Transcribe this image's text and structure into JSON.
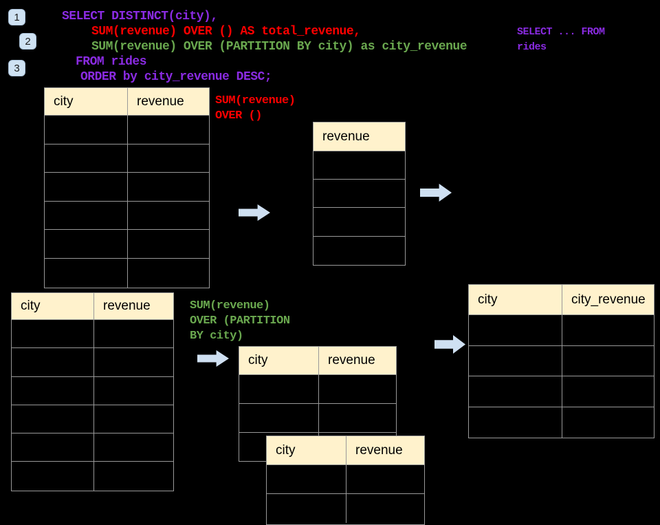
{
  "step_badges": [
    {
      "label": "1"
    },
    {
      "label": "2"
    },
    {
      "label": "3"
    }
  ],
  "sql_code": {
    "lines": [
      {
        "text": "SELECT DISTINCT(city),",
        "color": "#8A2BE2"
      },
      {
        "text": "SUM(revenue) OVER () AS total_revenue,",
        "color": "#FF0000"
      },
      {
        "text": "SUM(revenue) OVER (PARTITION BY city) as city_revenue",
        "color": "#6AA84F"
      },
      {
        "text": "FROM rides",
        "color": "#8A2BE2"
      },
      {
        "text": "ORDER by city_revenue DESC;",
        "color": "#8A2BE2"
      }
    ]
  },
  "side_note": {
    "line1": "SELECT ... FROM",
    "line2": "rides",
    "color": "#8A2BE2"
  },
  "annotations": {
    "total_revenue_label": {
      "line1": "SUM(revenue)",
      "line2": "OVER ()",
      "color": "#FF0000"
    },
    "partition_label": {
      "line1": "SUM(revenue)",
      "line2": "OVER (PARTITION",
      "line3": "BY city)",
      "color": "#6AA84F"
    }
  },
  "tables": {
    "rides_top": {
      "headers": [
        "city",
        "revenue"
      ],
      "row_count": 6
    },
    "total_revenue_result": {
      "headers": [
        "revenue"
      ],
      "row_count": 4
    },
    "rides_bottom": {
      "headers": [
        "city",
        "revenue"
      ],
      "row_count": 6
    },
    "partition_back": {
      "headers": [
        "city",
        "revenue"
      ],
      "row_count": 3
    },
    "partition_front": {
      "headers": [
        "city",
        "revenue"
      ],
      "row_count": 2
    },
    "city_revenue_result": {
      "headers": [
        "city",
        "city_revenue"
      ],
      "row_count": 4
    }
  },
  "theme": {
    "background": "#000000",
    "table_header_bg": "#FFF2CC",
    "table_border": "#999999",
    "badge_bg": "#CFE2F3",
    "arrow_fill": "#CFE0F2",
    "purple": "#8A2BE2",
    "red": "#FF0000",
    "green": "#6AA84F"
  }
}
